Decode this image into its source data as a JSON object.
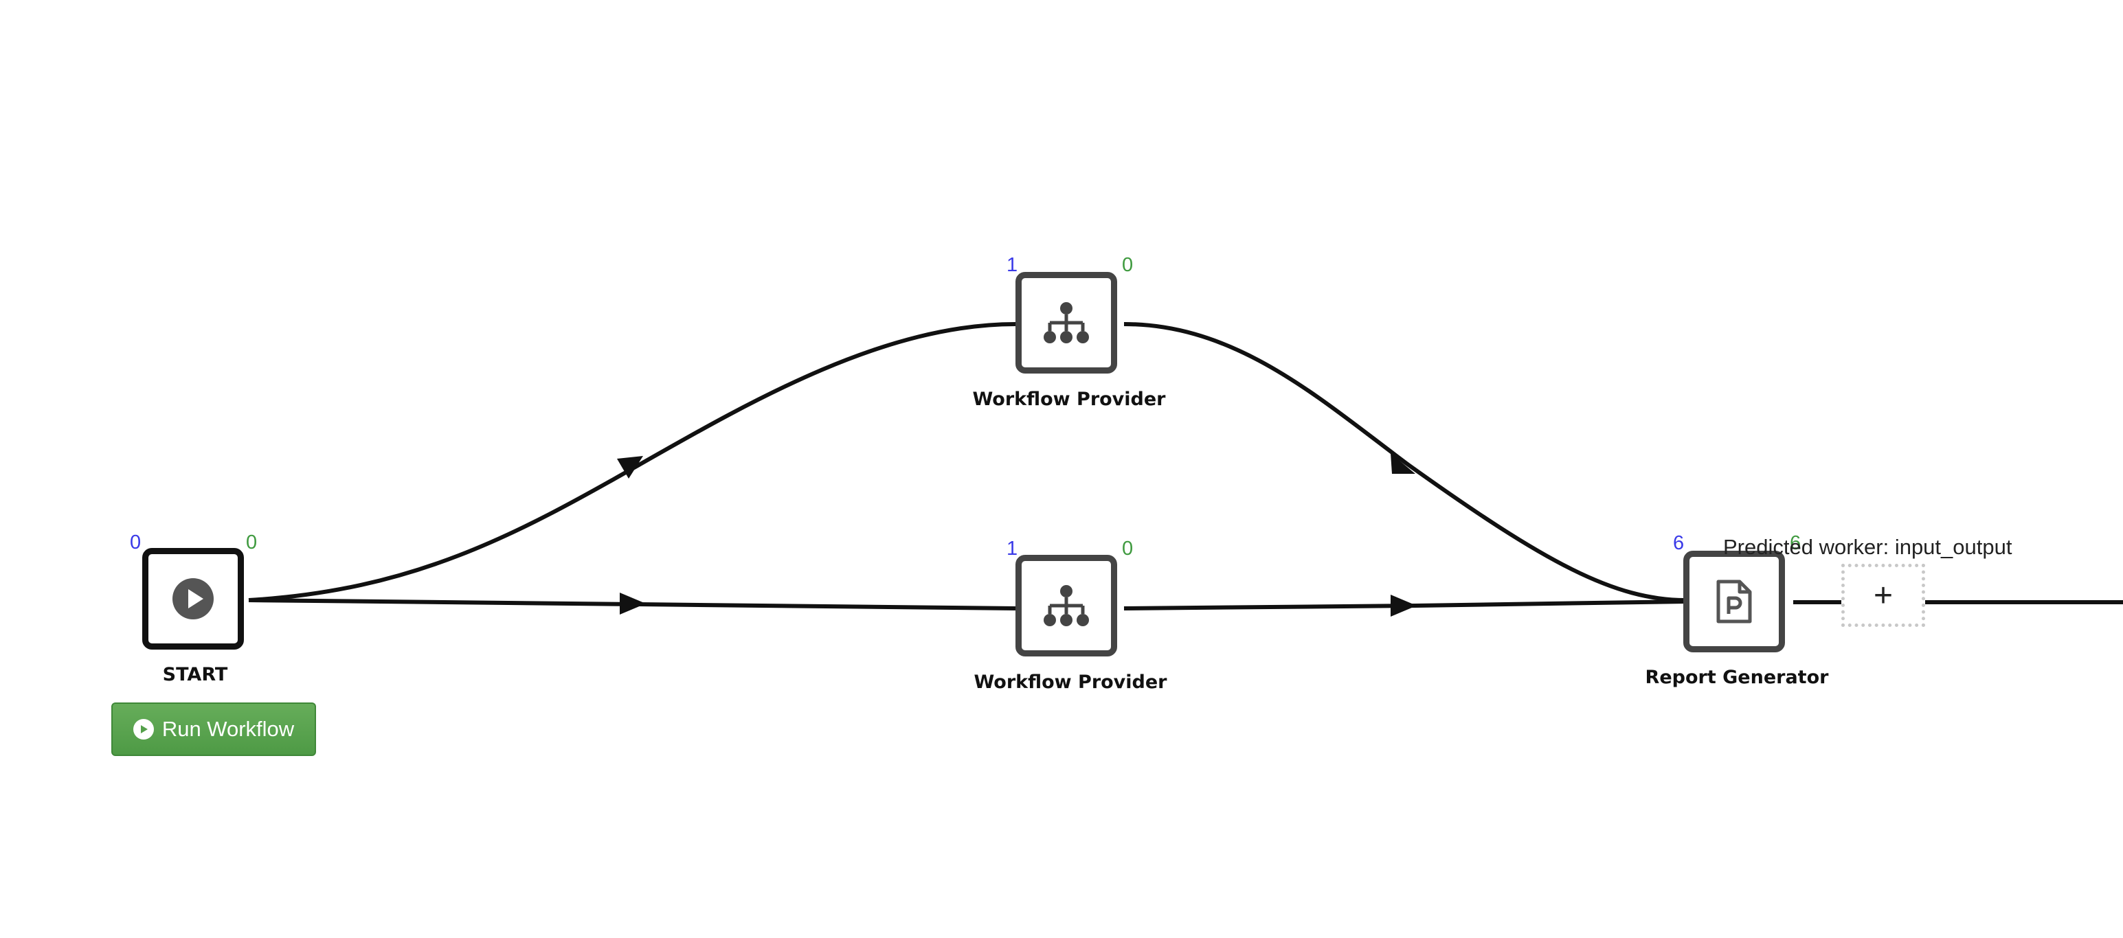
{
  "nodes": {
    "start": {
      "label": "START",
      "in_count": "0",
      "out_count": "0",
      "icon": "play-circle-icon"
    },
    "provider_top": {
      "label": "Workflow Provider",
      "in_count": "1",
      "out_count": "0",
      "icon": "sitemap-icon"
    },
    "provider_bottom": {
      "label": "Workflow Provider",
      "in_count": "1",
      "out_count": "0",
      "icon": "sitemap-icon"
    },
    "report": {
      "label": "Report Generator",
      "in_count": "6",
      "out_count": "6",
      "icon": "file-powerpoint-icon"
    }
  },
  "run_button": {
    "label": "Run Workflow",
    "icon": "play-circle-icon"
  },
  "add_node": {
    "label": "+",
    "icon": "plus-icon"
  },
  "predicted_worker": "Predicted worker: input_output",
  "colors": {
    "in_count": "#3a3ae8",
    "out_count": "#3f9a3f",
    "run_button": "#5aa34f",
    "node_border": "#444444",
    "edge": "#111111"
  }
}
